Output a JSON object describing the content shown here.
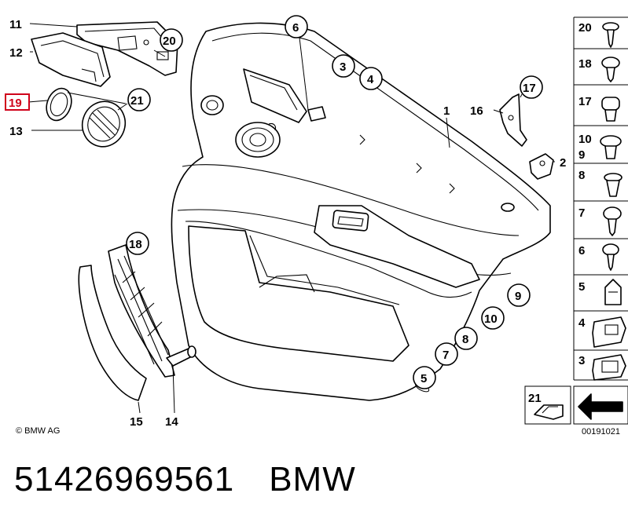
{
  "diagram": {
    "labels": {
      "l1": "1",
      "l2": "2",
      "l3": "3",
      "l4": "4",
      "l5": "5",
      "l6": "6",
      "l7": "7",
      "l8": "8",
      "l9": "9",
      "l10": "10",
      "l11": "11",
      "l12": "12",
      "l13": "13",
      "l14": "14",
      "l15": "15",
      "l16": "16",
      "l17": "17",
      "l18": "18",
      "l19": "19",
      "l20": "20",
      "l21": "21"
    },
    "side_panel": {
      "r20": "20",
      "r18": "18",
      "r17": "17",
      "r10": "10",
      "r9": "9",
      "r8": "8",
      "r7": "7",
      "r6": "6",
      "r5": "5",
      "r4": "4",
      "r3": "3",
      "r21": "21"
    },
    "highlighted_label": "19",
    "copyright": "© BMW AG",
    "diagram_code": "00191021"
  },
  "footer": {
    "part_number": "51426969561",
    "brand": "BMW"
  }
}
